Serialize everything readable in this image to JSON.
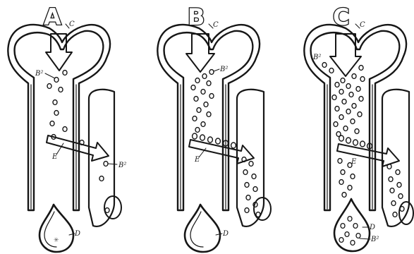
{
  "panels": [
    {
      "id": "A",
      "title": "A",
      "labels": {
        "c": "C",
        "b2_top": "B²",
        "e": "E",
        "b2_right": "B²",
        "d": "D"
      }
    },
    {
      "id": "B",
      "title": "B",
      "labels": {
        "c": "C",
        "b2_top": "B²",
        "e": "E",
        "d": "D"
      }
    },
    {
      "id": "C",
      "title": "C",
      "labels": {
        "c": "C",
        "b2_top": "B²",
        "e": "E",
        "d": "D",
        "b2_bottom": "B²"
      }
    }
  ],
  "colors": {
    "ink": "#161616",
    "stipple": "#7a7a7a",
    "paper": "#ffffff"
  },
  "icons": {
    "arrow_down": "stippled-down-arrow",
    "arrow_diagonal": "striped-diagonal-arrow"
  },
  "particle_density": {
    "A": "few",
    "B": "moderate",
    "C": "many"
  }
}
